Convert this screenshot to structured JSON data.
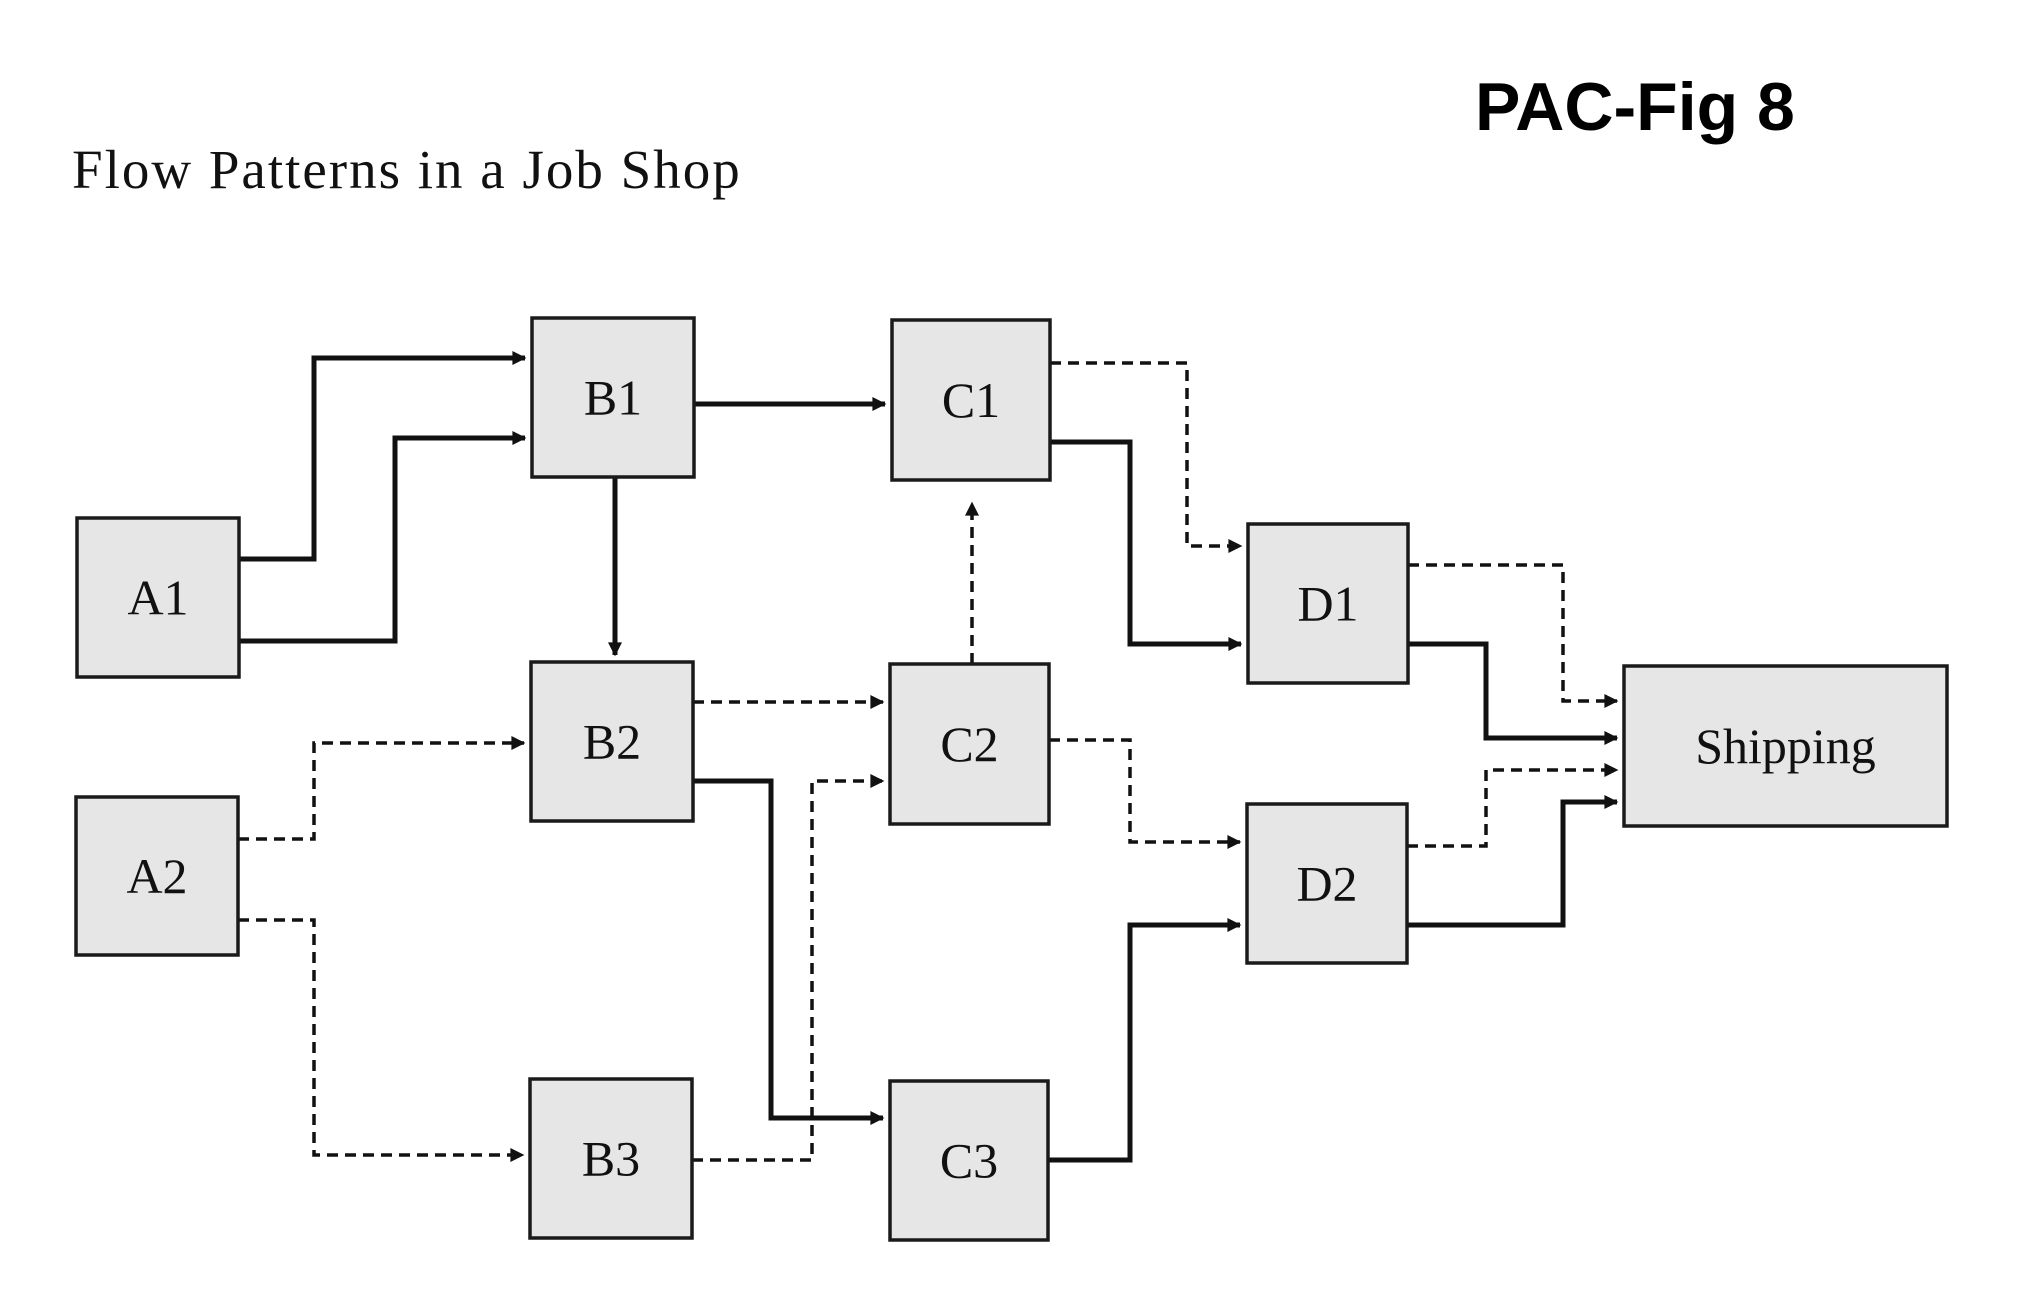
{
  "figure_label": "PAC-Fig 8",
  "title": "Flow Patterns in a Job Shop",
  "nodes": [
    {
      "id": "A1",
      "label": "A1"
    },
    {
      "id": "A2",
      "label": "A2"
    },
    {
      "id": "B1",
      "label": "B1"
    },
    {
      "id": "B2",
      "label": "B2"
    },
    {
      "id": "B3",
      "label": "B3"
    },
    {
      "id": "C1",
      "label": "C1"
    },
    {
      "id": "C2",
      "label": "C2"
    },
    {
      "id": "C3",
      "label": "C3"
    },
    {
      "id": "D1",
      "label": "D1"
    },
    {
      "id": "D2",
      "label": "D2"
    },
    {
      "id": "SH",
      "label": "Shipping"
    }
  ],
  "edges": [
    {
      "from": "A1",
      "to": "B1",
      "style": "solid"
    },
    {
      "from": "A1",
      "to": "B1",
      "style": "solid"
    },
    {
      "from": "B1",
      "to": "C1",
      "style": "solid"
    },
    {
      "from": "B1",
      "to": "B2",
      "style": "solid"
    },
    {
      "from": "C1",
      "to": "D1",
      "style": "solid"
    },
    {
      "from": "C1",
      "to": "D1",
      "style": "dashed"
    },
    {
      "from": "A2",
      "to": "B2",
      "style": "dashed"
    },
    {
      "from": "A2",
      "to": "B3",
      "style": "dashed"
    },
    {
      "from": "B2",
      "to": "C2",
      "style": "dashed"
    },
    {
      "from": "B2",
      "to": "C3",
      "style": "solid"
    },
    {
      "from": "B3",
      "to": "C2",
      "style": "dashed"
    },
    {
      "from": "C2",
      "to": "C1",
      "style": "dashed"
    },
    {
      "from": "C2",
      "to": "D2",
      "style": "dashed"
    },
    {
      "from": "C3",
      "to": "D2",
      "style": "solid"
    },
    {
      "from": "D1",
      "to": "SH",
      "style": "solid"
    },
    {
      "from": "D1",
      "to": "SH",
      "style": "dashed"
    },
    {
      "from": "D2",
      "to": "SH",
      "style": "solid"
    },
    {
      "from": "D2",
      "to": "SH",
      "style": "dashed"
    }
  ]
}
